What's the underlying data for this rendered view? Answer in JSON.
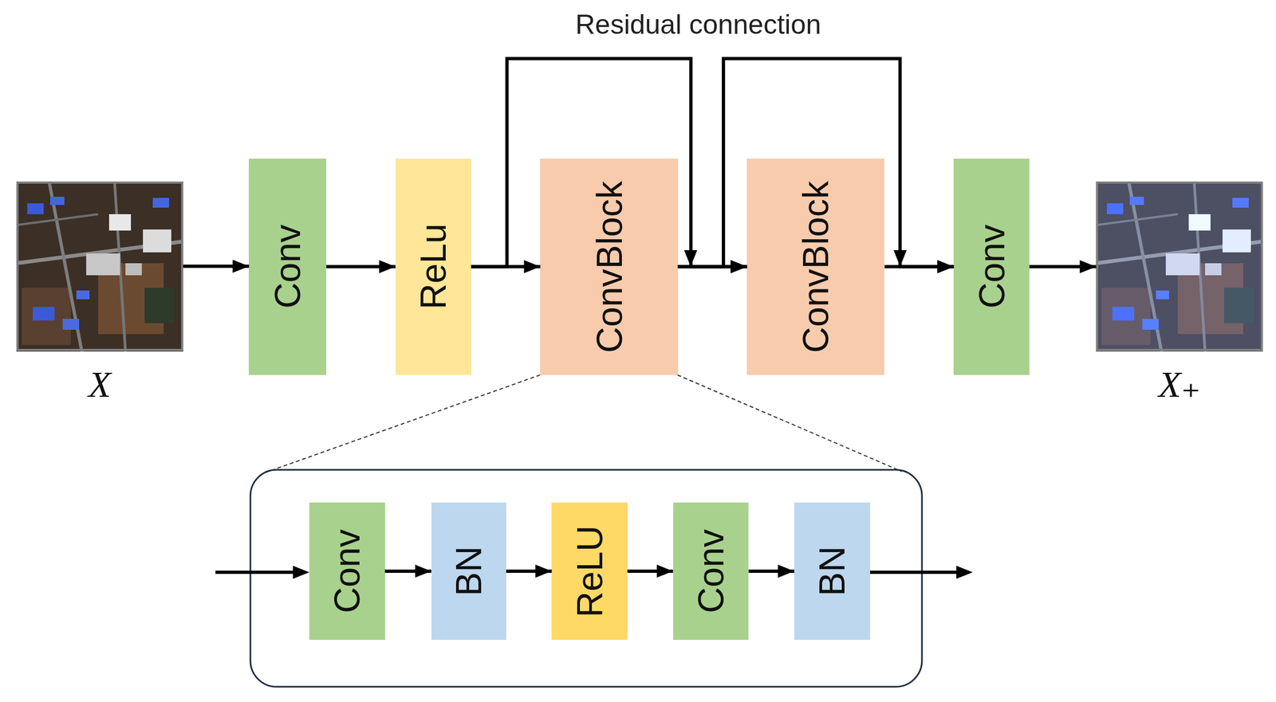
{
  "diagram": {
    "nodes": [
      {
        "text": [
          "X"
        ]
      },
      {
        "text": [
          "Conv"
        ]
      },
      {
        "text": [
          "ReLu"
        ]
      },
      {
        "text": [
          "ConvBlock"
        ]
      },
      {
        "text": [
          "ConvBlock"
        ]
      },
      {
        "text": [
          "Conv"
        ]
      },
      {
        "text": [
          "X₊"
        ]
      },
      {
        "text": [
          "Conv"
        ]
      },
      {
        "text": [
          "BN"
        ]
      },
      {
        "text": [
          "ReLU"
        ]
      },
      {
        "text": [
          "Conv"
        ]
      },
      {
        "text": [
          "BN"
        ]
      }
    ],
    "edges": [
      {
        "from": 0,
        "to": 1,
        "arrow": "to"
      },
      {
        "from": 1,
        "to": 2,
        "arrow": "to"
      },
      {
        "from": 2,
        "to": 3,
        "arrow": "to"
      },
      {
        "from": 3,
        "to": 4,
        "arrow": "to"
      },
      {
        "from": 4,
        "to": 5,
        "arrow": "to"
      },
      {
        "from": 5,
        "to": 6,
        "arrow": "to"
      },
      {
        "from": 2,
        "to": 4,
        "arrow": "to"
      },
      {
        "from": 3,
        "to": 5,
        "arrow": "to"
      },
      {
        "from": 7,
        "to": 8,
        "arrow": "to"
      },
      {
        "from": 8,
        "to": 9,
        "arrow": "to"
      },
      {
        "from": 9,
        "to": 10,
        "arrow": "to"
      },
      {
        "from": 10,
        "to": 11,
        "arrow": "to"
      }
    ],
    "labels": [
      "Residual connection"
    ]
  }
}
